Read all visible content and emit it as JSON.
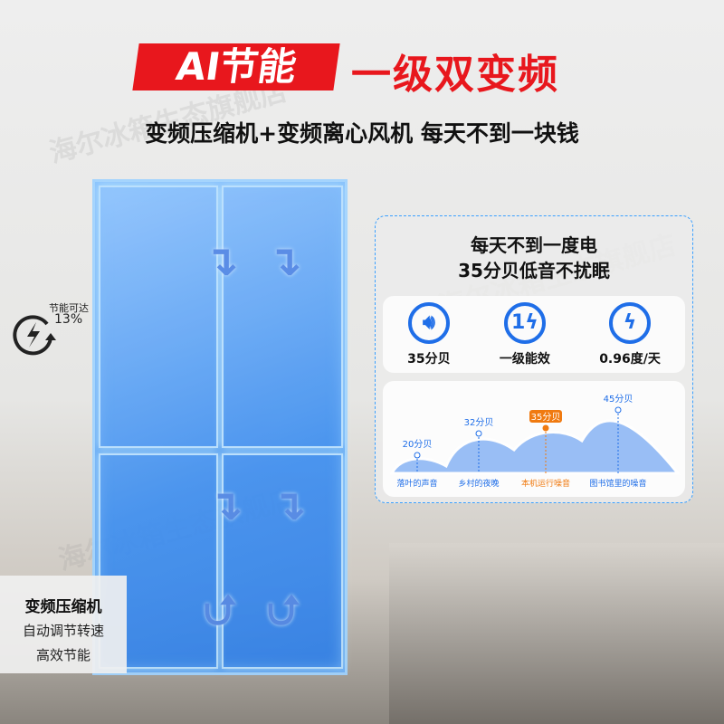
{
  "header": {
    "tag": "AI节能",
    "headline": "一级双变频",
    "subtitle": "变频压缩机+变频离心风机 每天不到一块钱"
  },
  "saving": {
    "label": "节能可达",
    "value": "13%",
    "icon": "energy-cycle-icon"
  },
  "panel": {
    "title_line1": "每天不到一度电",
    "title_line2": "35分贝低音不扰眠",
    "features": [
      {
        "icon": "speaker-icon",
        "label": "35分贝"
      },
      {
        "icon": "energy-level-1-icon",
        "label": "一级能效"
      },
      {
        "icon": "lightning-icon",
        "label": "0.96度/天"
      }
    ]
  },
  "chart_data": {
    "type": "area",
    "categories": [
      "落叶的声音",
      "乡村的夜晚",
      "本机运行噪音",
      "图书馆里的噪音"
    ],
    "values": [
      20,
      32,
      35,
      45
    ],
    "labels": [
      "20分贝",
      "32分贝",
      "35分贝",
      "45分贝"
    ],
    "highlight_index": 2,
    "colors": {
      "normal": "#1f6ee8",
      "highlight": "#f07a10",
      "fill": "#8fb8f5"
    }
  },
  "compressor": {
    "title": "变频压缩机",
    "line1": "自动调节转速",
    "line2": "高效节能"
  },
  "watermark": "海尔冰箱生态旗舰店"
}
